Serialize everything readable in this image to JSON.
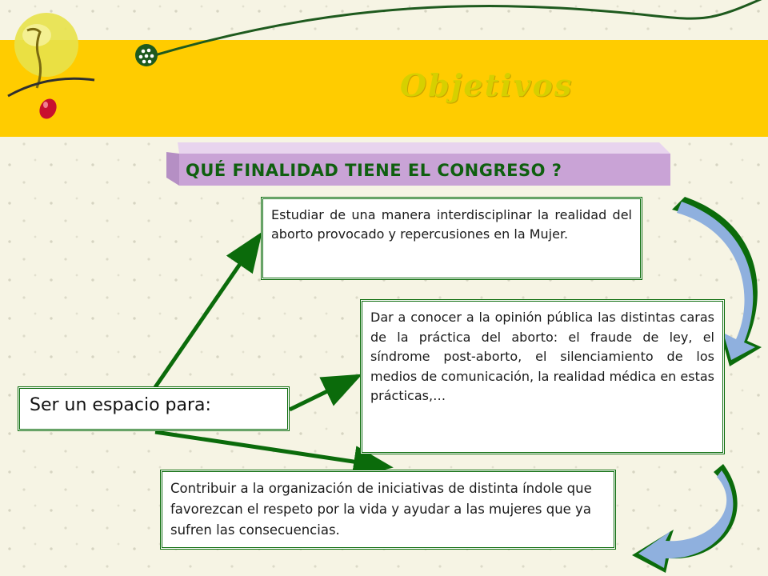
{
  "slide": {
    "title": "Objetivos",
    "question": "QUÉ  FINALIDAD TIENE EL CONGRESO ?"
  },
  "diagram": {
    "source_label": "Ser un espacio para:",
    "objectives": [
      {
        "text": "Estudiar de una manera interdisciplinar la realidad del aborto provocado y repercusiones en la Mujer."
      },
      {
        "text": "Dar a conocer a la opinión pública las distintas caras de la práctica del aborto: el fraude de ley, el síndrome post-aborto, el silenciamiento de los medios de comunicación, la realidad médica en estas prácticas,…"
      },
      {
        "text": "Contribuir a la organización de iniciativas de distinta índole que favorezcan el respeto por la vida y ayudar a las mujeres que ya sufren las consecuencias."
      }
    ]
  },
  "colors": {
    "banner": "#ffcc00",
    "title": "#d6d000",
    "question_band": "#c9a3d6",
    "question_text": "#0f5f0f",
    "connector": "#0b6b0b",
    "curved_arrow_fill": "#8fb0de",
    "curved_arrow_edge": "#0b6b0b",
    "background": "#f6f4e4"
  }
}
